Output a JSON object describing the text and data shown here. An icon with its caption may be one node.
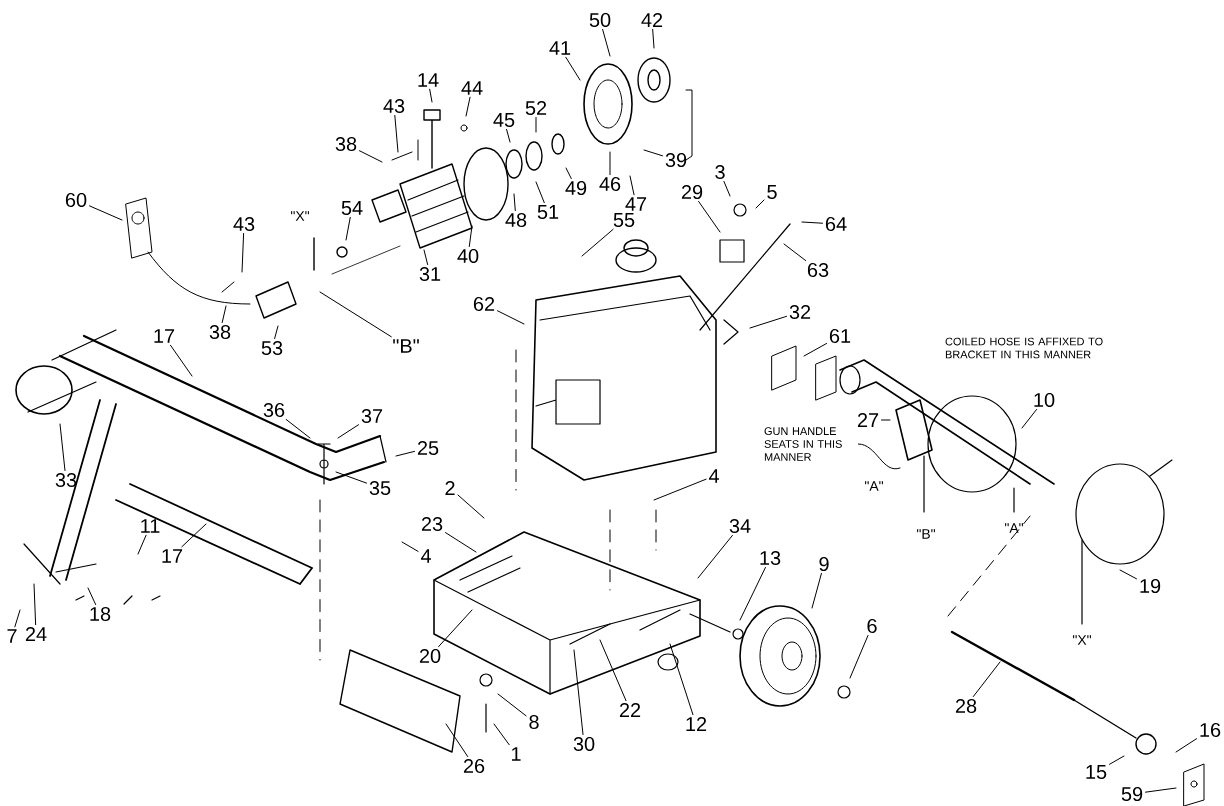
{
  "diagram": {
    "nodes": [
      {
        "text": [
          "14"
        ]
      },
      {
        "text": [
          "44"
        ]
      },
      {
        "text": [
          "50"
        ]
      },
      {
        "text": [
          "42"
        ]
      },
      {
        "text": [
          "41"
        ]
      },
      {
        "text": [
          "52"
        ]
      },
      {
        "text": [
          "45"
        ]
      },
      {
        "text": [
          "43"
        ]
      },
      {
        "text": [
          "38"
        ]
      },
      {
        "text": [
          "39"
        ]
      },
      {
        "text": [
          "3"
        ]
      },
      {
        "text": [
          "47"
        ]
      },
      {
        "text": [
          "5"
        ]
      },
      {
        "text": [
          "29"
        ]
      },
      {
        "text": [
          "60"
        ]
      },
      {
        "text": [
          "46"
        ]
      },
      {
        "text": [
          "49"
        ]
      },
      {
        "text": [
          "48"
        ]
      },
      {
        "text": [
          "51"
        ]
      },
      {
        "text": [
          "40"
        ]
      },
      {
        "text": [
          "55"
        ]
      },
      {
        "text": [
          "43"
        ]
      },
      {
        "text": [
          "54"
        ]
      },
      {
        "text": [
          "64"
        ]
      },
      {
        "text": [
          "31"
        ]
      },
      {
        "text": [
          "63"
        ]
      },
      {
        "text": [
          "38"
        ]
      },
      {
        "text": [
          "53"
        ]
      },
      {
        "text": [
          "\"B\""
        ]
      },
      {
        "text": [
          "17"
        ]
      },
      {
        "text": [
          "62"
        ]
      },
      {
        "text": [
          "32"
        ]
      },
      {
        "text": [
          "61"
        ]
      },
      {
        "text": [
          "10"
        ]
      },
      {
        "text": [
          "37"
        ]
      },
      {
        "text": [
          "27"
        ]
      },
      {
        "text": [
          "GUN HANDLE SEATS IN THIS MANNER"
        ]
      },
      {
        "text": [
          "36"
        ]
      },
      {
        "text": [
          "25"
        ]
      },
      {
        "text": [
          "35"
        ]
      },
      {
        "text": [
          "4"
        ]
      },
      {
        "text": [
          "33"
        ]
      },
      {
        "text": [
          "2"
        ]
      },
      {
        "text": [
          "23"
        ]
      },
      {
        "text": [
          "34"
        ]
      },
      {
        "text": [
          "11"
        ]
      },
      {
        "text": [
          "4"
        ]
      },
      {
        "text": [
          "17"
        ]
      },
      {
        "text": [
          "13"
        ]
      },
      {
        "text": [
          "9"
        ]
      },
      {
        "text": [
          "19"
        ]
      },
      {
        "text": [
          "18"
        ]
      },
      {
        "text": [
          "6"
        ]
      },
      {
        "text": [
          "7"
        ]
      },
      {
        "text": [
          "24"
        ]
      },
      {
        "text": [
          "20"
        ]
      },
      {
        "text": [
          "22"
        ]
      },
      {
        "text": [
          "28"
        ]
      },
      {
        "text": [
          "8"
        ]
      },
      {
        "text": [
          "12"
        ]
      },
      {
        "text": [
          "30"
        ]
      },
      {
        "text": [
          "1"
        ]
      },
      {
        "text": [
          "26"
        ]
      },
      {
        "text": [
          "15"
        ]
      },
      {
        "text": [
          "16"
        ]
      },
      {
        "text": [
          "59"
        ]
      }
    ],
    "edges": [
      {
        "from": 0,
        "to": null,
        "arrow": "none"
      },
      {
        "from": 1,
        "to": null,
        "arrow": "none"
      },
      {
        "from": 2,
        "to": null,
        "arrow": "none"
      },
      {
        "from": 3,
        "to": null,
        "arrow": "none"
      },
      {
        "from": 4,
        "to": null,
        "arrow": "none"
      },
      {
        "from": 5,
        "to": null,
        "arrow": "none"
      },
      {
        "from": 6,
        "to": null,
        "arrow": "none"
      },
      {
        "from": 7,
        "to": null,
        "arrow": "none"
      },
      {
        "from": 8,
        "to": null,
        "arrow": "none"
      },
      {
        "from": 9,
        "to": null,
        "arrow": "none"
      },
      {
        "from": 10,
        "to": null,
        "arrow": "none"
      },
      {
        "from": 11,
        "to": null,
        "arrow": "none"
      },
      {
        "from": 12,
        "to": null,
        "arrow": "none"
      },
      {
        "from": 13,
        "to": null,
        "arrow": "none"
      },
      {
        "from": 14,
        "to": null,
        "arrow": "none"
      },
      {
        "from": 15,
        "to": null,
        "arrow": "none"
      },
      {
        "from": 16,
        "to": null,
        "arrow": "none"
      },
      {
        "from": 17,
        "to": null,
        "arrow": "none"
      },
      {
        "from": 18,
        "to": null,
        "arrow": "none"
      },
      {
        "from": 19,
        "to": null,
        "arrow": "none"
      },
      {
        "from": 20,
        "to": null,
        "arrow": "none"
      },
      {
        "from": 21,
        "to": null,
        "arrow": "none"
      },
      {
        "from": 22,
        "to": null,
        "arrow": "none"
      },
      {
        "from": 23,
        "to": null,
        "arrow": "none"
      },
      {
        "from": 24,
        "to": null,
        "arrow": "none"
      },
      {
        "from": 25,
        "to": null,
        "arrow": "none"
      },
      {
        "from": 26,
        "to": null,
        "arrow": "none"
      },
      {
        "from": 27,
        "to": null,
        "arrow": "none"
      },
      {
        "from": 28,
        "to": null,
        "arrow": "none"
      },
      {
        "from": 29,
        "to": null,
        "arrow": "none"
      },
      {
        "from": 30,
        "to": null,
        "arrow": "none"
      },
      {
        "from": 31,
        "to": null,
        "arrow": "none"
      },
      {
        "from": 32,
        "to": null,
        "arrow": "none"
      },
      {
        "from": 33,
        "to": null,
        "arrow": "none"
      },
      {
        "from": 34,
        "to": null,
        "arrow": "none"
      },
      {
        "from": 35,
        "to": null,
        "arrow": "none"
      },
      {
        "from": 36,
        "to": null,
        "arrow": "none"
      },
      {
        "from": 37,
        "to": null,
        "arrow": "none"
      },
      {
        "from": 38,
        "to": null,
        "arrow": "none"
      },
      {
        "from": 39,
        "to": null,
        "arrow": "none"
      },
      {
        "from": 40,
        "to": null,
        "arrow": "none"
      },
      {
        "from": 41,
        "to": null,
        "arrow": "none"
      },
      {
        "from": 42,
        "to": null,
        "arrow": "none"
      },
      {
        "from": 43,
        "to": null,
        "arrow": "none"
      },
      {
        "from": 44,
        "to": null,
        "arrow": "none"
      },
      {
        "from": 45,
        "to": null,
        "arrow": "none"
      },
      {
        "from": 46,
        "to": null,
        "arrow": "none"
      },
      {
        "from": 47,
        "to": null,
        "arrow": "none"
      },
      {
        "from": 48,
        "to": null,
        "arrow": "none"
      },
      {
        "from": 49,
        "to": null,
        "arrow": "none"
      },
      {
        "from": 50,
        "to": null,
        "arrow": "none"
      },
      {
        "from": 51,
        "to": null,
        "arrow": "none"
      },
      {
        "from": 52,
        "to": null,
        "arrow": "none"
      },
      {
        "from": 53,
        "to": null,
        "arrow": "none"
      },
      {
        "from": 54,
        "to": null,
        "arrow": "none"
      },
      {
        "from": 55,
        "to": null,
        "arrow": "none"
      },
      {
        "from": 56,
        "to": null,
        "arrow": "none"
      },
      {
        "from": 57,
        "to": null,
        "arrow": "none"
      },
      {
        "from": 58,
        "to": null,
        "arrow": "none"
      },
      {
        "from": 59,
        "to": null,
        "arrow": "none"
      },
      {
        "from": 60,
        "to": null,
        "arrow": "none"
      },
      {
        "from": 61,
        "to": null,
        "arrow": "none"
      },
      {
        "from": 62,
        "to": null,
        "arrow": "none"
      },
      {
        "from": 63,
        "to": null,
        "arrow": "none"
      },
      {
        "from": 64,
        "to": null,
        "arrow": "none"
      },
      {
        "from": 65,
        "to": null,
        "arrow": "none"
      }
    ],
    "labels": [
      "\"X\"",
      "COILED HOSE IS AFFIXED TO BRACKET IN THIS MANNER",
      "\"A\"",
      "\"B\"",
      "\"A\"",
      "\"X\""
    ]
  }
}
